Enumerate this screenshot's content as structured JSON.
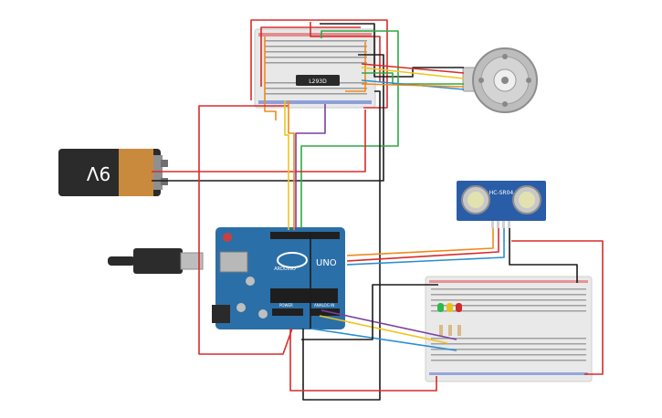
{
  "battery": {
    "label": "9V"
  },
  "driver_ic": {
    "label": "L293D"
  },
  "ultrasonic": {
    "model": "HC-SR04"
  },
  "arduino": {
    "brand_label": "ARDUINO",
    "model_label": "UNO",
    "power_label": "POWER",
    "analog_label": "ANALOG IN"
  },
  "colors": {
    "wire_red": "#d92b2b",
    "wire_black": "#1c1c1c",
    "wire_green": "#2fa844",
    "wire_yellow": "#f0c419",
    "wire_orange": "#f08a1c",
    "wire_purple": "#7b3fa0",
    "wire_blue": "#2a8fd0",
    "arduino_blue": "#2b6fa8",
    "ultrasonic_blue": "#2a5da8",
    "breadboard": "#e9e9e9",
    "led_green": "#2fb84a",
    "led_yellow": "#e8c21a",
    "led_red": "#d02a2a"
  },
  "icons": [
    "usb-cable-icon",
    "dc-motor-icon",
    "battery-icon"
  ]
}
